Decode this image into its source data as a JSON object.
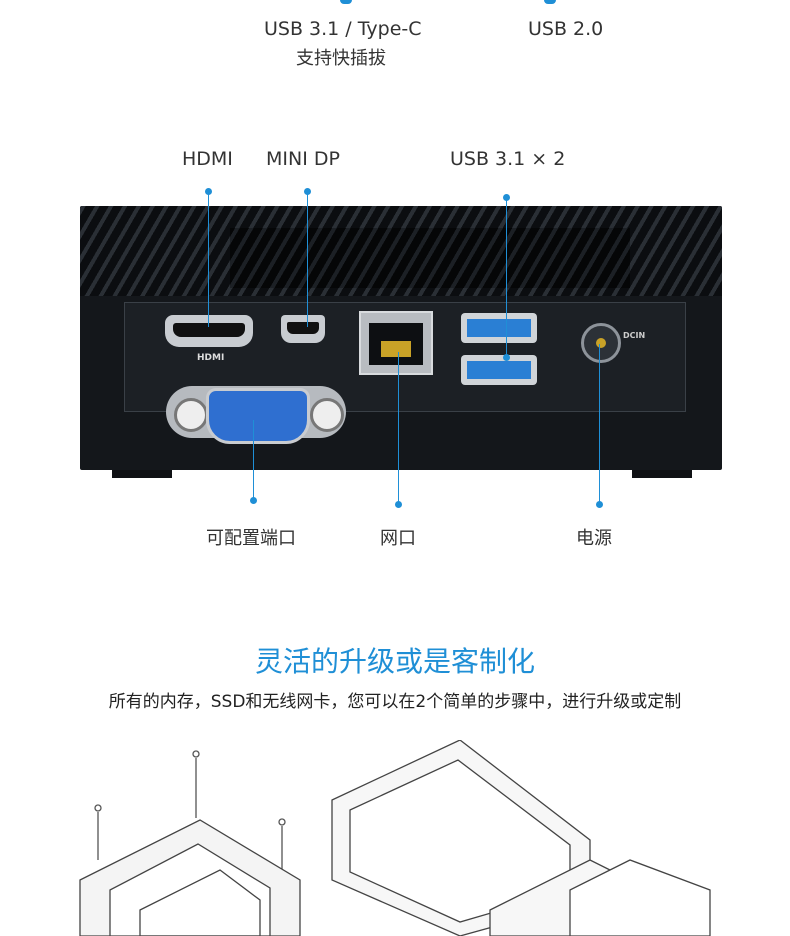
{
  "top_labels": {
    "usb31_typec": "USB 3.1 / Type-C",
    "hot_swap": "支持快插拔",
    "usb20": "USB 2.0"
  },
  "callouts_top": {
    "hdmi": "HDMI",
    "mini_dp": "MINI DP",
    "usb31x2": "USB 3.1 × 2"
  },
  "callouts_bottom": {
    "configurable_port": "可配置端口",
    "lan": "网口",
    "power": "电源"
  },
  "device_print": {
    "hdmi": "HDMI",
    "dcin": "DCIN"
  },
  "section": {
    "title": "灵活的升级或是客制化",
    "subtitle": "所有的内存，SSD和无线网卡，您可以在2个简单的步骤中，进行升级或定制"
  },
  "colors": {
    "accent": "#1f8fd6",
    "usb3_blue": "#2a7fd4",
    "vga_blue": "#2f6fd0"
  }
}
